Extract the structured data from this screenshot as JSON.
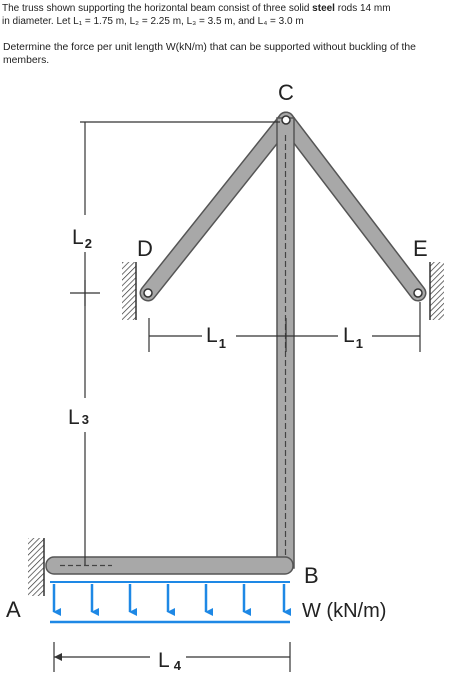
{
  "problem": {
    "line1_start": "The truss shown supporting the horizontal beam consist of three solid ",
    "line1_bold": "steel",
    "line1_end": " rods 14 mm",
    "line2": "in diameter.  Let L₁ = 1.75 m, L₂ = 2.25 m, L₃ = 3.5 m, and L₄ = 3.0 m",
    "question": "Determine the force per unit length W(kN/m) that can be supported without buckling of the members."
  },
  "figure": {
    "points": {
      "A": "A",
      "B": "B",
      "C": "C",
      "D": "D",
      "E": "E"
    },
    "dims": {
      "L1": "L",
      "L1_sub": "1",
      "L2": "L",
      "L2_sub": "2",
      "L3": "L",
      "L3_sub": "3",
      "L4": "L",
      "L4_sub": "4"
    },
    "load_label": "W (kN/m)"
  },
  "colors": {
    "member": "#a8a8a8",
    "member_edge": "#555555",
    "load": "#1e88e5",
    "text": "#222222"
  }
}
